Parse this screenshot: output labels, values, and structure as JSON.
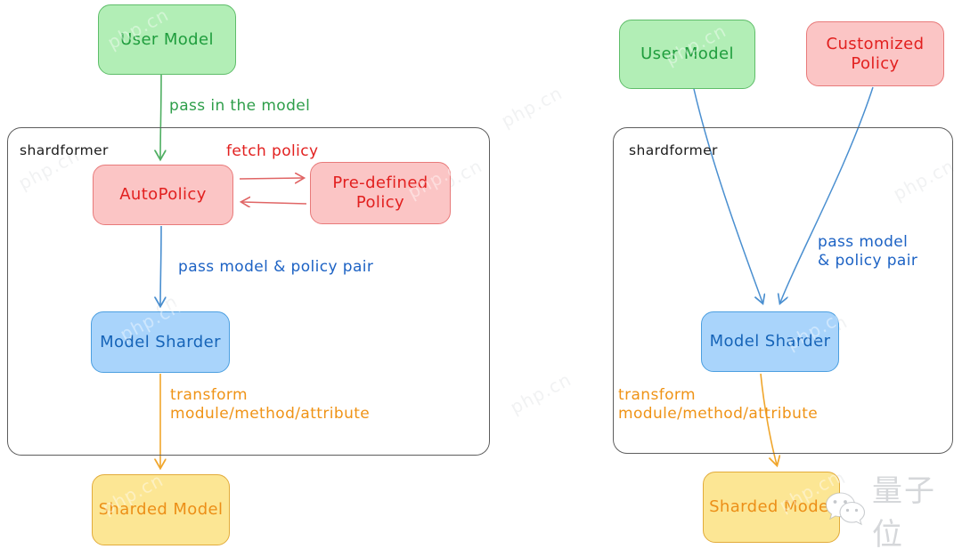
{
  "diagram": {
    "title": "Shardformer workflow: automatic policy vs customized policy",
    "type": "flow-diagram",
    "colors": {
      "green_fill": "#b2eeb6",
      "green_stroke": "#5fbd6a",
      "green_text": "#1f9d3d",
      "red_fill": "#fbc5c5",
      "red_stroke": "#e87a7a",
      "red_text": "#e2201f",
      "blue_fill": "#a9d4fb",
      "blue_stroke": "#4c9fe0",
      "blue_text": "#1664b8",
      "yellow_fill": "#fce694",
      "yellow_stroke": "#e2ab3a",
      "yellow_text": "#ec8f17",
      "container_stroke": "#5d5d5d",
      "arrow_green": "#4faf62",
      "arrow_red": "#e06565",
      "arrow_blue": "#4a8fd0",
      "arrow_orange": "#f0a62c"
    }
  },
  "left_panel": {
    "nodes": {
      "user_model": "User Model",
      "auto_policy": "AutoPolicy",
      "pre_defined_policy": "Pre-defined\nPolicy",
      "model_sharder": "Model Sharder",
      "sharded_model": "Sharded Model"
    },
    "container_label": "shardformer",
    "edges": {
      "pass_in_the_model": "pass in the model",
      "fetch_policy": "fetch policy",
      "pass_model_policy_pair": "pass model & policy pair",
      "transform": "transform\nmodule/method/attribute"
    }
  },
  "right_panel": {
    "nodes": {
      "user_model": "User Model",
      "customized_policy": "Customized\nPolicy",
      "model_sharder": "Model Sharder",
      "sharded_model": "Sharded Model"
    },
    "container_label": "shardformer",
    "edges": {
      "pass_model_policy_pair": "pass model\n& policy pair",
      "transform": "transform\nmodule/method/attribute"
    }
  },
  "watermarks": {
    "site": "php.cn",
    "logo_text": "量子位",
    "logo_icon": "wechat-icon"
  }
}
